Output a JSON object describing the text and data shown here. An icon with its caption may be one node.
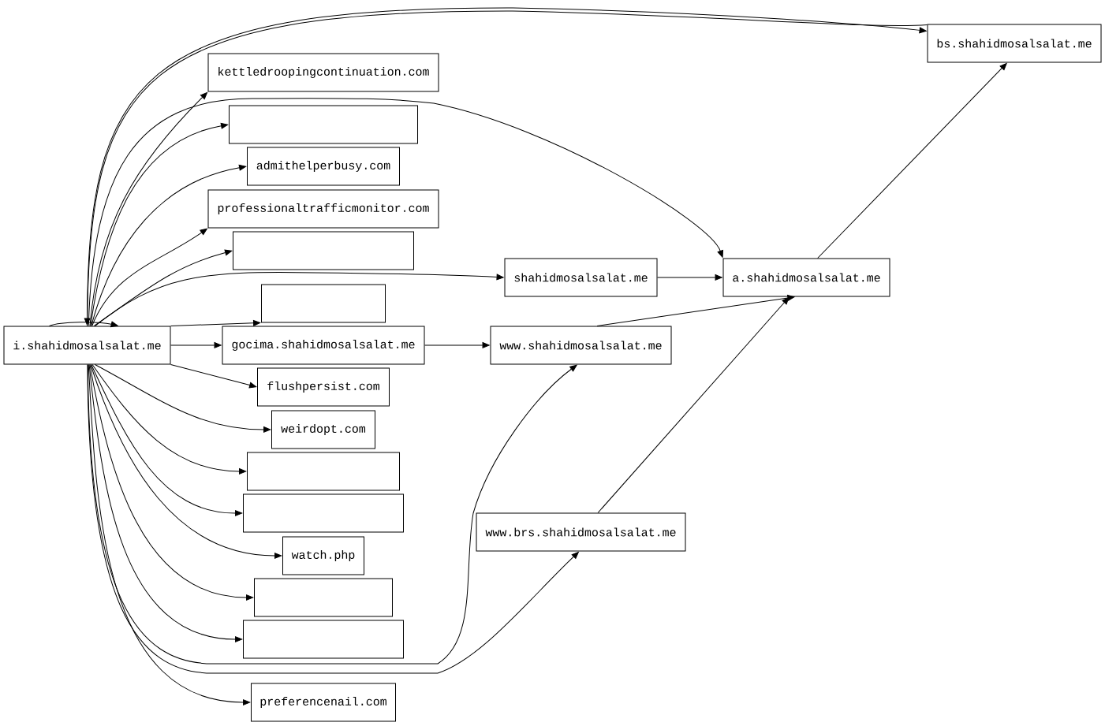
{
  "diagram": {
    "nodes": [
      {
        "text": [
          "i.shahidmosalsalat.me"
        ]
      },
      {
        "text": [
          "bs.shahidmosalsalat.me"
        ]
      },
      {
        "text": [
          "kettledroopingcontinuation.com"
        ]
      },
      {
        "text": [],
        "shape": "box"
      },
      {
        "text": [
          "admithelperbusy.com"
        ]
      },
      {
        "text": [
          "professionaltrafficmonitor.com"
        ]
      },
      {
        "text": [],
        "shape": "box"
      },
      {
        "text": [
          "shahidmosalsalat.me"
        ]
      },
      {
        "text": [
          "a.shahidmosalsalat.me"
        ]
      },
      {
        "text": [],
        "shape": "box"
      },
      {
        "text": [
          "gocima.shahidmosalsalat.me"
        ]
      },
      {
        "text": [
          "www.shahidmosalsalat.me"
        ]
      },
      {
        "text": [
          "flushpersist.com"
        ]
      },
      {
        "text": [
          "weirdopt.com"
        ]
      },
      {
        "text": [],
        "shape": "box"
      },
      {
        "text": [],
        "shape": "box"
      },
      {
        "text": [
          "www.brs.shahidmosalsalat.me"
        ]
      },
      {
        "text": [
          "watch.php"
        ]
      },
      {
        "text": [],
        "shape": "box"
      },
      {
        "text": [],
        "shape": "box"
      },
      {
        "text": [
          "preferencenail.com"
        ]
      }
    ],
    "edges": [
      {
        "from": 0,
        "to": 0,
        "arrow": "to"
      },
      {
        "from": 0,
        "to": 1,
        "arrow": "to"
      },
      {
        "from": 1,
        "to": 0,
        "arrow": "to"
      },
      {
        "from": 0,
        "to": 2,
        "arrow": "to"
      },
      {
        "from": 0,
        "to": 3,
        "arrow": "to"
      },
      {
        "from": 0,
        "to": 4,
        "arrow": "to"
      },
      {
        "from": 0,
        "to": 5,
        "arrow": "to"
      },
      {
        "from": 0,
        "to": 6,
        "arrow": "to"
      },
      {
        "from": 0,
        "to": 7,
        "arrow": "to"
      },
      {
        "from": 0,
        "to": 8,
        "arrow": "to"
      },
      {
        "from": 0,
        "to": 9,
        "arrow": "to"
      },
      {
        "from": 0,
        "to": 10,
        "arrow": "to"
      },
      {
        "from": 0,
        "to": 12,
        "arrow": "to"
      },
      {
        "from": 0,
        "to": 13,
        "arrow": "to"
      },
      {
        "from": 0,
        "to": 14,
        "arrow": "to"
      },
      {
        "from": 0,
        "to": 15,
        "arrow": "to"
      },
      {
        "from": 0,
        "to": 17,
        "arrow": "to"
      },
      {
        "from": 0,
        "to": 18,
        "arrow": "to"
      },
      {
        "from": 0,
        "to": 19,
        "arrow": "to"
      },
      {
        "from": 0,
        "to": 11,
        "arrow": "to"
      },
      {
        "from": 0,
        "to": 16,
        "arrow": "to"
      },
      {
        "from": 0,
        "to": 20,
        "arrow": "to"
      },
      {
        "from": 10,
        "to": 11,
        "arrow": "to"
      },
      {
        "from": 7,
        "to": 8,
        "arrow": "to"
      },
      {
        "from": 11,
        "to": 8,
        "arrow": "to"
      },
      {
        "from": 16,
        "to": 8,
        "arrow": "to"
      },
      {
        "from": 8,
        "to": 1,
        "arrow": "to"
      }
    ]
  }
}
